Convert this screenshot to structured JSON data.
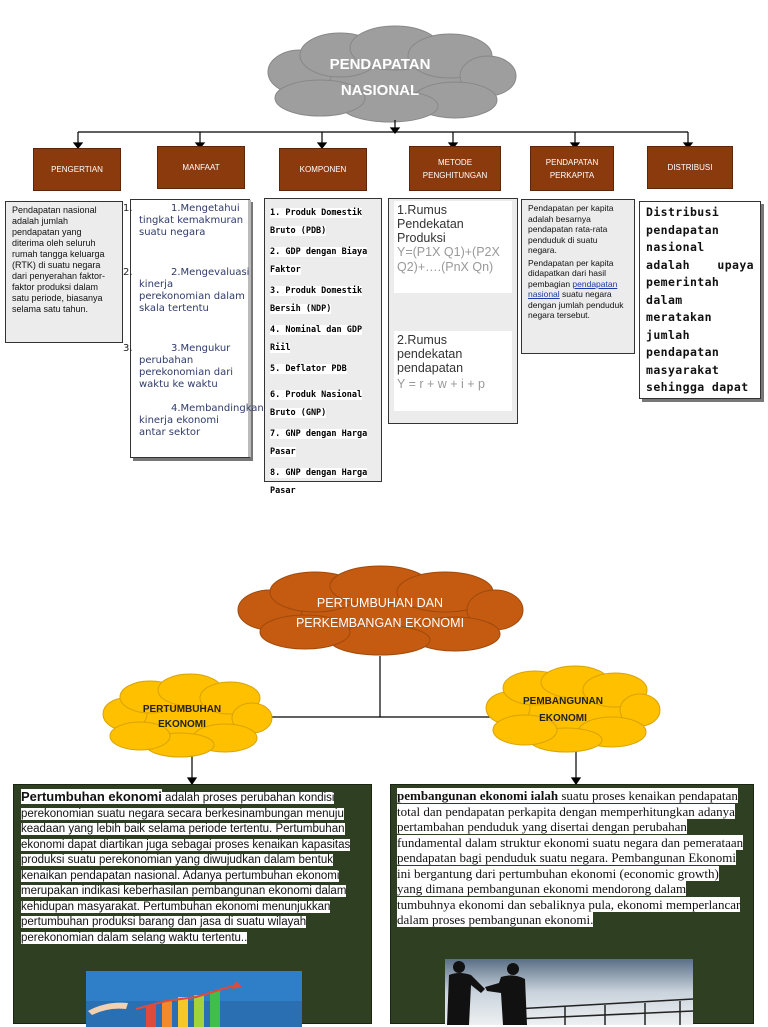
{
  "map1": {
    "title_line1": "PENDAPATAN",
    "title_line2": "NASIONAL",
    "headers": [
      "PENGERTIAN",
      "MANFAAT",
      "KOMPONEN",
      "METODE PENGHITUNGAN",
      "PENDAPATAN PERKAPITA",
      "DISTRIBUSI"
    ],
    "pengertian": "Pendapatan nasional adalah jumlah pendapatan yang diterima oleh seluruh rumah tangga keluarga (RTK) di suatu negara dari penyerahan faktor-faktor produksi dalam satu periode, biasanya selama satu tahun.",
    "manfaat": [
      {
        "num": "1.",
        "text": "1.Mengetahui tingkat kemakmuran suatu negara"
      },
      {
        "num": "2.",
        "text": "2.Mengevaluasi kinerja perekonomian dalam skala tertentu"
      },
      {
        "num": "3.",
        "text": "3.Mengukur perubahan perekonomian dari waktu ke waktu"
      },
      {
        "num": "",
        "text": "4.Membandingkan kinerja ekonomi antar sektor"
      }
    ],
    "komponen": [
      "1. Produk Domestik Bruto (PDB)",
      "2. GDP dengan Biaya Faktor",
      "3. Produk Domestik Bersih (NDP)",
      "4. Nominal dan GDP Riil",
      "5. Deflator PDB",
      "6. Produk Nasional Bruto (GNP)",
      "7. GNP dengan Harga Pasar",
      "8. GNP dengan Harga Pasar"
    ],
    "metode": {
      "r1_title": "1.Rumus Pendekatan Produksi",
      "r1_formula": "Y=(P1X Q1)+(P2X Q2)+….(PnX Qn)",
      "r2_title": "2.Rumus pendekatan pendapatan",
      "r2_formula": "Y = r + w + i + p"
    },
    "perkapita": {
      "p1": "Pendapatan per kapita adalah besarnya pendapatan rata-rata penduduk di suatu negara.",
      "p2_a": "Pendapatan per kapita didapatkan dari hasil pembagian ",
      "p2_link": "pendapatan nasional",
      "p2_b": " suatu negara dengan jumlah penduduk negara tersebut."
    },
    "distribusi": "Distribusi pendapatan nasional adalah upaya pemerintah dalam meratakan jumlah pendapatan masyarakat sehingga dapat"
  },
  "map2": {
    "title_line1": "PERTUMBUHAN DAN",
    "title_line2": "PERKEMBANGAN EKONOMI",
    "left_cloud_line1": "PERTUMBUHAN",
    "left_cloud_line2": "EKONOMI",
    "right_cloud_line1": "PEMBANGUNAN",
    "right_cloud_line2": "EKONOMI",
    "left_bold": "Pertumbuhan ekonomi",
    "left_text": " adalah proses perubahan kondisi perekonomian suatu negara secara berkesinambungan menuju keadaan yang lebih baik selama periode tertentu. Pertumbuhan ekonomi dapat diartikan juga sebagai proses kenaikan kapasitas produksi suatu perekonomian yang diwujudkan dalam bentuk kenaikan pendapatan nasional. Adanya pertumbuhan ekonomi merupakan indikasi keberhasilan pembangunan ekonomi dalam kehidupan masyarakat. Pertumbuhan ekonomi menunjukkan pertumbuhan produksi barang dan jasa di suatu wilayah perekonomian dalam selang waktu tertentu..",
    "right_bold": "pembangunan ekonomi ialah",
    "right_text": " suatu proses kenaikan pendapatan total dan pendapatan perkapita dengan memperhitungkan adanya pertambahan penduduk yang disertai dengan perubahan fundamental dalam struktur ekonomi suatu negara dan pemerataan pendapatan bagi penduduk suatu negara. Pembangunan Ekonomi ini bergantung dari pertumbuhan ekonomi (economic growth) yang dimana pembangunan ekonomi mendorong dalam tumbuhnya ekonomi dan sebaliknya pula, ekonomi memperlancar dalam proses pembangunan ekonomi."
  },
  "colors": {
    "header_brown": "#8b3a0e",
    "cloud_gray": "#9e9e9e",
    "cloud_orange": "#c55a11",
    "cloud_yellow": "#ffc000",
    "panel_green": "#2f3f22"
  }
}
